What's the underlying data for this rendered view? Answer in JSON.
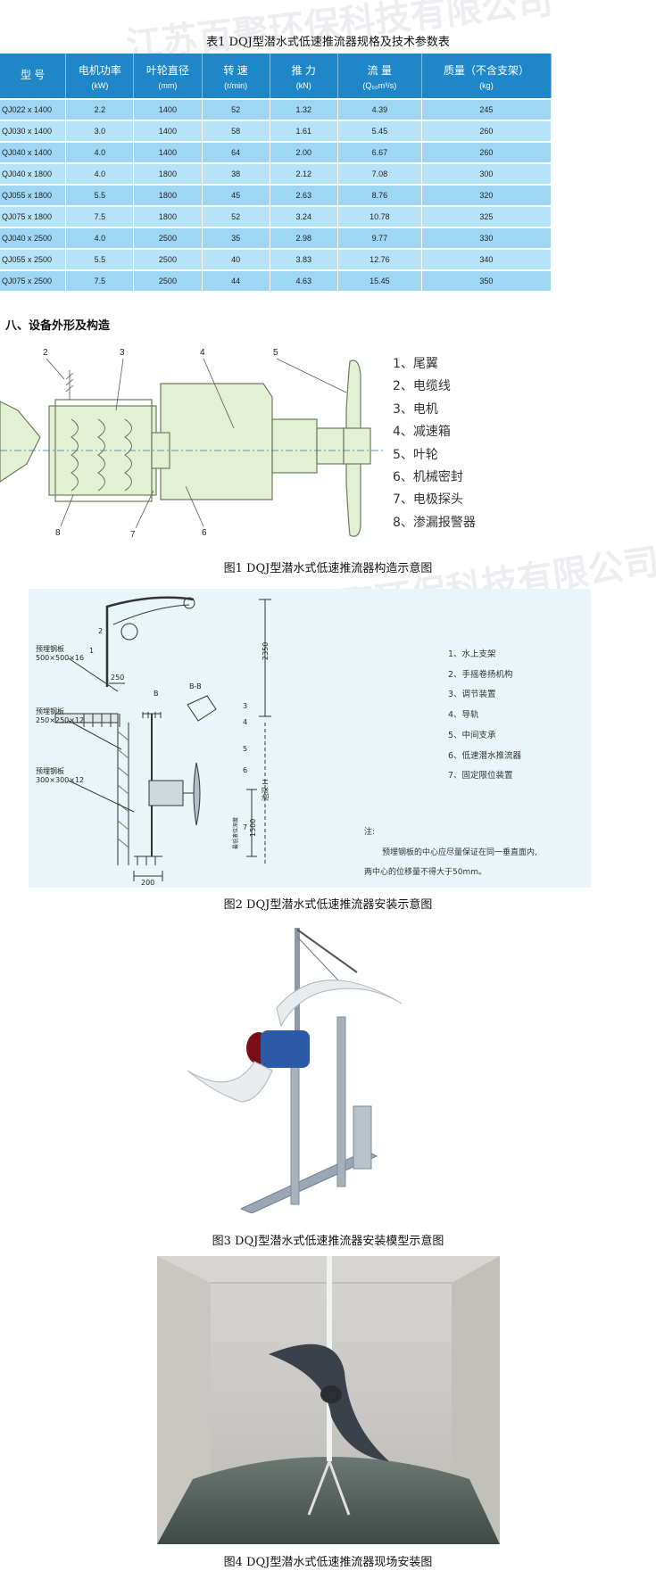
{
  "watermark": "江苏百聚环保科技有限公司",
  "table": {
    "caption": "表1 DQJ型潜水式低速推流器规格及技术参数表",
    "headers": [
      {
        "label": "型    号",
        "unit": ""
      },
      {
        "label": "电机功率",
        "unit": "(kW)"
      },
      {
        "label": "叶轮直径",
        "unit": "(mm)"
      },
      {
        "label": "转 速",
        "unit": "(r/min)"
      },
      {
        "label": "推 力",
        "unit": "(kN)"
      },
      {
        "label": "流 量",
        "unit": "(Q₆₀m³/s)"
      },
      {
        "label": "质量（不含支架）",
        "unit": "(kg)"
      }
    ],
    "rows": [
      [
        "QJ022 x 1400",
        "2.2",
        "1400",
        "52",
        "1.32",
        "4.39",
        "245"
      ],
      [
        "QJ030 x 1400",
        "3.0",
        "1400",
        "58",
        "1.61",
        "5.45",
        "260"
      ],
      [
        "QJ040 x 1400",
        "4.0",
        "1400",
        "64",
        "2.00",
        "6.67",
        "260"
      ],
      [
        "QJ040 x 1800",
        "4.0",
        "1800",
        "38",
        "2.12",
        "7.08",
        "300"
      ],
      [
        "QJ055 x 1800",
        "5.5",
        "1800",
        "45",
        "2.63",
        "8.76",
        "320"
      ],
      [
        "QJ075 x 1800",
        "7.5",
        "1800",
        "52",
        "3.24",
        "10.78",
        "325"
      ],
      [
        "QJ040 x 2500",
        "4.0",
        "2500",
        "35",
        "2.98",
        "9.77",
        "330"
      ],
      [
        "QJ055 x 2500",
        "5.5",
        "2500",
        "40",
        "3.83",
        "12.76",
        "340"
      ],
      [
        "QJ075 x 2500",
        "7.5",
        "2500",
        "44",
        "4.63",
        "15.45",
        "350"
      ]
    ]
  },
  "section_title": "八、设备外形及构造",
  "fig1": {
    "caption": "图1 DQJ型潜水式低速推流器构造示意图",
    "callouts": [
      "2",
      "3",
      "4",
      "5",
      "8",
      "7",
      "6"
    ],
    "legend": [
      "1、尾翼",
      "2、电缆线",
      "3、电机",
      "4、减速箱",
      "5、叶轮",
      "6、机械密封",
      "7、电极探头",
      "8、渗漏报警器"
    ]
  },
  "fig2": {
    "caption": "图2 DQJ型潜水式低速推流器安装示意图",
    "labels": {
      "plate1_title": "预埋钢板",
      "plate1_size": "500×500×16",
      "plate2_title": "预埋钢板",
      "plate2_size": "250×250×12",
      "plate3_title": "预埋钢板",
      "plate3_size": "300×300×12",
      "dim_250": "250",
      "dim_2350": "2350",
      "dim_1500": "1500",
      "dim_200": "200",
      "section_b": "B",
      "section_bb": "B-B",
      "depth": "池深 H",
      "min_depth": "最低液位深度",
      "n1": "1",
      "n2": "2",
      "n3": "3",
      "n4": "4",
      "n5": "5",
      "n6": "6",
      "n7": "7"
    },
    "legend": [
      "1、水上支架",
      "2、手摇卷扬机构",
      "3、调节装置",
      "4、导轨",
      "5、中间支承",
      "6、低速潜水推流器",
      "7、固定限位装置"
    ],
    "note_title": "注:",
    "note_line1": "预埋钢板的中心应尽量保证在同一垂直面内,",
    "note_line2": "两中心的位移量不得大于50mm。"
  },
  "fig3": {
    "caption": "图3 DQJ型潜水式低速推流器安装模型示意图"
  },
  "fig4": {
    "caption": "图4 DQJ型潜水式低速推流器现场安装图"
  }
}
